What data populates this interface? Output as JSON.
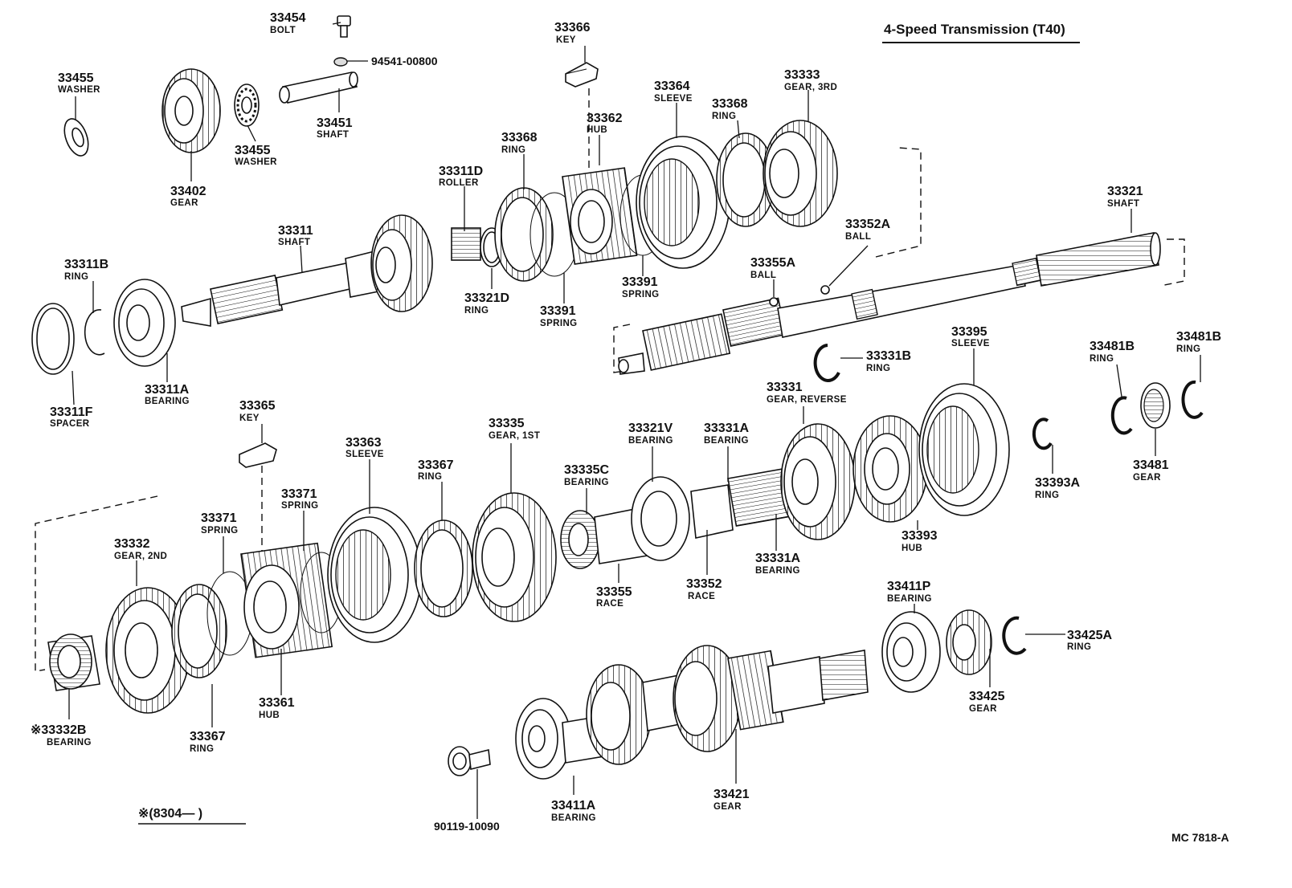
{
  "title": "4-Speed Transmission (T40)",
  "footnote": "※(8304—       )",
  "drawing_code": "MC  7818-A",
  "labels": {
    "p33454": {
      "num": "33454",
      "name": "BOLT"
    },
    "p94541": {
      "num": "94541-00800",
      "name": ""
    },
    "p33366": {
      "num": "33366",
      "name": "KEY"
    },
    "p33455a": {
      "num": "33455",
      "name": "WASHER"
    },
    "p33455b": {
      "num": "33455",
      "name": "WASHER"
    },
    "p33451": {
      "num": "33451",
      "name": "SHAFT"
    },
    "p33402": {
      "num": "33402",
      "name": "GEAR"
    },
    "p33364": {
      "num": "33364",
      "name": "SLEEVE"
    },
    "p33333": {
      "num": "33333",
      "name": "GEAR, 3RD"
    },
    "p33362": {
      "num": "33362",
      "name": "HUB"
    },
    "p33368a": {
      "num": "33368",
      "name": "RING"
    },
    "p33368b": {
      "num": "33368",
      "name": "RING"
    },
    "p33311D": {
      "num": "33311D",
      "name": "ROLLER"
    },
    "p33311": {
      "num": "33311",
      "name": "SHAFT"
    },
    "p33311B": {
      "num": "33311B",
      "name": "RING"
    },
    "p33311A": {
      "num": "33311A",
      "name": "BEARING"
    },
    "p33311F": {
      "num": "33311F",
      "name": "SPACER"
    },
    "p33321D": {
      "num": "33321D",
      "name": "RING"
    },
    "p33391a": {
      "num": "33391",
      "name": "SPRING"
    },
    "p33391b": {
      "num": "33391",
      "name": "SPRING"
    },
    "p33321": {
      "num": "33321",
      "name": "SHAFT"
    },
    "p33352A": {
      "num": "33352A",
      "name": "BALL"
    },
    "p33355A": {
      "num": "33355A",
      "name": "BALL"
    },
    "p33331B": {
      "num": "33331B",
      "name": "RING"
    },
    "p33395": {
      "num": "33395",
      "name": "SLEEVE"
    },
    "p33481Ba": {
      "num": "33481B",
      "name": "RING"
    },
    "p33481Bb": {
      "num": "33481B",
      "name": "RING"
    },
    "p33481": {
      "num": "33481",
      "name": "GEAR"
    },
    "p33393A": {
      "num": "33393A",
      "name": "RING"
    },
    "p33331": {
      "num": "33331",
      "name": "GEAR, REVERSE"
    },
    "p33393": {
      "num": "33393",
      "name": "HUB"
    },
    "p33365": {
      "num": "33365",
      "name": "KEY"
    },
    "p33335": {
      "num": "33335",
      "name": "GEAR, 1ST"
    },
    "p33363": {
      "num": "33363",
      "name": "SLEEVE"
    },
    "p33321V": {
      "num": "33321V",
      "name": "BEARING"
    },
    "p33331Aa": {
      "num": "33331A",
      "name": "BEARING"
    },
    "p33331Ab": {
      "num": "33331A",
      "name": "BEARING"
    },
    "p33367a": {
      "num": "33367",
      "name": "RING"
    },
    "p33367b": {
      "num": "33367",
      "name": "RING"
    },
    "p33335C": {
      "num": "33335C",
      "name": "BEARING"
    },
    "p33371a": {
      "num": "33371",
      "name": "SPRING"
    },
    "p33371b": {
      "num": "33371",
      "name": "SPRING"
    },
    "p33332": {
      "num": "33332",
      "name": "GEAR, 2ND"
    },
    "p33355": {
      "num": "33355",
      "name": "RACE"
    },
    "p33352": {
      "num": "33352",
      "name": "RACE"
    },
    "p33411P": {
      "num": "33411P",
      "name": "BEARING"
    },
    "p33425A": {
      "num": "33425A",
      "name": "RING"
    },
    "p33425": {
      "num": "33425",
      "name": "GEAR"
    },
    "p33361": {
      "num": "33361",
      "name": "HUB"
    },
    "p33332B": {
      "num": "※33332B",
      "name": "BEARING"
    },
    "p33421": {
      "num": "33421",
      "name": "GEAR"
    },
    "p33411A": {
      "num": "33411A",
      "name": "BEARING"
    },
    "p90119": {
      "num": "90119-10090",
      "name": ""
    }
  }
}
